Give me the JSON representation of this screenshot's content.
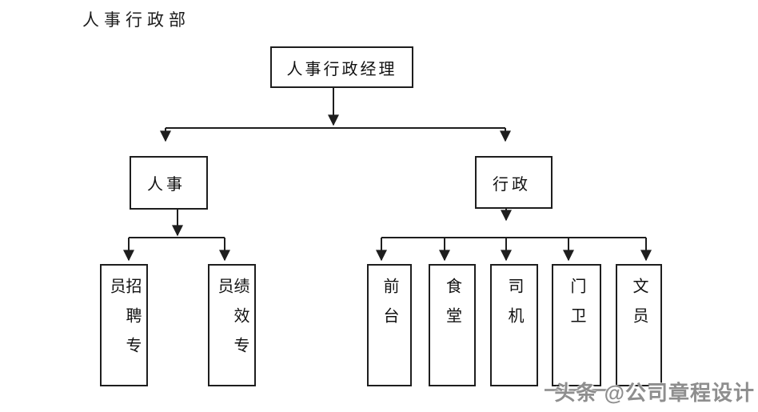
{
  "page": {
    "title": "人事行政部",
    "background_color": "#ffffff"
  },
  "chart": {
    "type": "org-chart",
    "root": {
      "label": "人事行政经理"
    },
    "branches": [
      {
        "label": "人事",
        "children": [
          {
            "label": "招聘专员"
          },
          {
            "label": "绩效专员"
          }
        ]
      },
      {
        "label": "行政",
        "children": [
          {
            "label": "前台"
          },
          {
            "label": "食堂"
          },
          {
            "label": "司机"
          },
          {
            "label": "门卫"
          },
          {
            "label": "文员"
          }
        ]
      }
    ]
  },
  "watermark": {
    "text": "头条 @公司章程设计"
  },
  "colors": {
    "line": "#1e1e1e",
    "box_border": "#1e1e1e",
    "text": "#111111",
    "watermark": "#8e8e8e"
  }
}
